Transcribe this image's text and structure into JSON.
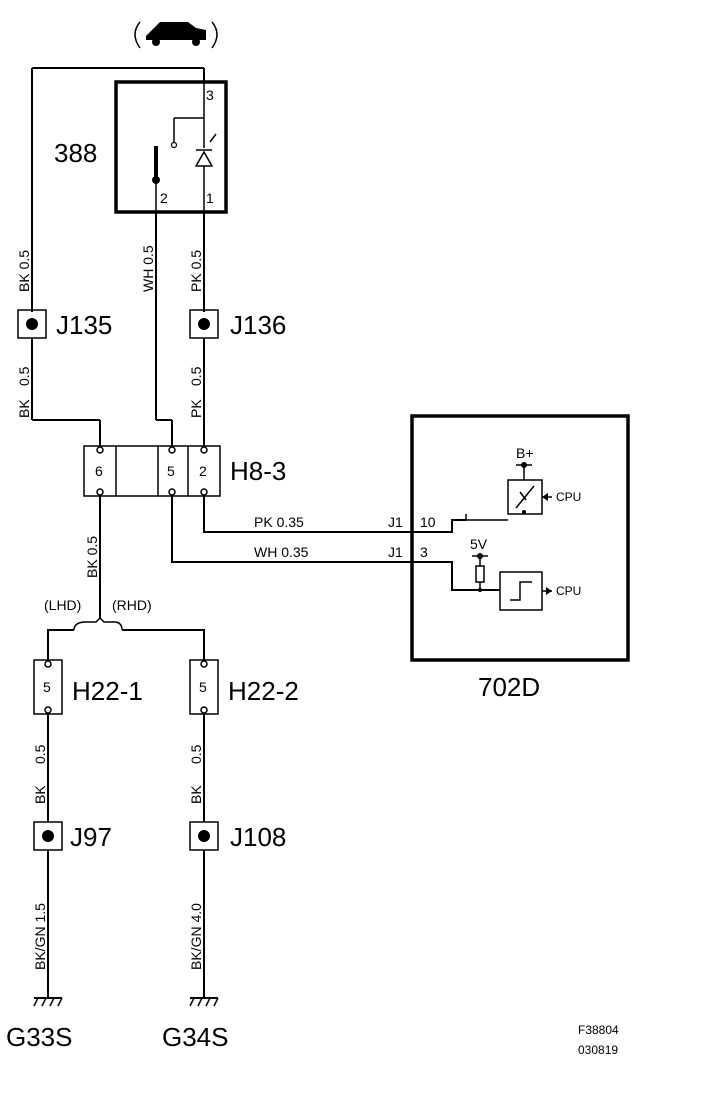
{
  "component_388": {
    "id": "388",
    "pins": [
      "3",
      "2",
      "1"
    ]
  },
  "component_702d": {
    "id": "702D",
    "supply": "B+",
    "cpu_out": "CPU",
    "cpu_in": "CPU",
    "ref_voltage": "5V"
  },
  "connector_h83": {
    "id": "H8-3",
    "pins": [
      "6",
      "5",
      "2"
    ]
  },
  "connector_h221": {
    "id": "H22-1",
    "pin": "5"
  },
  "connector_h222": {
    "id": "H22-2",
    "pin": "5"
  },
  "splices": {
    "j135": "J135",
    "j136": "J136",
    "j97": "J97",
    "j108": "J108"
  },
  "wires": {
    "bk_top": "BK 0.5",
    "wh_top": "WH 0.5",
    "pk_top": "PK 0.5",
    "bk_mid_size": "0.5",
    "bk_mid_color": "BK",
    "pk_mid_size": "0.5",
    "pk_mid_color": "PK",
    "bk_h8": "BK 0.5",
    "pk_035": "PK 0.35",
    "wh_035": "WH 0.35",
    "j1_10": "J1",
    "j1_10_pin": "10",
    "j1_3": "J1",
    "j1_3_pin": "3",
    "bk_left_size": "0.5",
    "bk_left_color": "BK",
    "bk_right_size": "0.5",
    "bk_right_color": "BK",
    "bkgn_left": "BK/GN 1.5",
    "bkgn_right": "BK/GN 4.0"
  },
  "variants": {
    "lhd": "(LHD)",
    "rhd": "(RHD)"
  },
  "grounds": {
    "g33s": "G33S",
    "g34s": "G34S"
  },
  "figure": {
    "id": "F38804",
    "date": "030819"
  },
  "icons": {
    "top": "car-icon"
  }
}
